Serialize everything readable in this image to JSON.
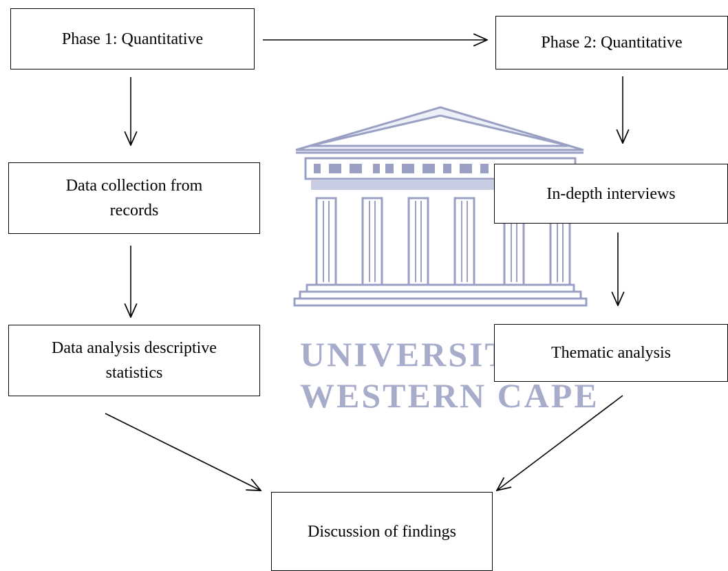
{
  "diagram": {
    "nodes": {
      "phase1": {
        "label": "Phase 1: Quantitative"
      },
      "phase2": {
        "label": "Phase 2: Quantitative"
      },
      "data_collection": {
        "label": "Data collection from\nrecords"
      },
      "interviews": {
        "label": "In-depth interviews"
      },
      "data_analysis": {
        "label": "Data analysis descriptive\nstatistics"
      },
      "thematic": {
        "label": "Thematic analysis"
      },
      "discussion": {
        "label": "Discussion of findings"
      }
    },
    "edges": [
      {
        "from": "phase1",
        "to": "phase2"
      },
      {
        "from": "phase1",
        "to": "data_collection"
      },
      {
        "from": "data_collection",
        "to": "data_analysis"
      },
      {
        "from": "phase2",
        "to": "interviews"
      },
      {
        "from": "interviews",
        "to": "thematic"
      },
      {
        "from": "data_analysis",
        "to": "discussion"
      },
      {
        "from": "thematic",
        "to": "discussion"
      }
    ]
  },
  "watermark": {
    "line1": "UNIVERSITY of the",
    "line2": "WESTERN CAPE",
    "color": "#9aa0c4"
  },
  "colors": {
    "box_border": "#000000",
    "arrow": "#000000",
    "background": "#ffffff"
  }
}
